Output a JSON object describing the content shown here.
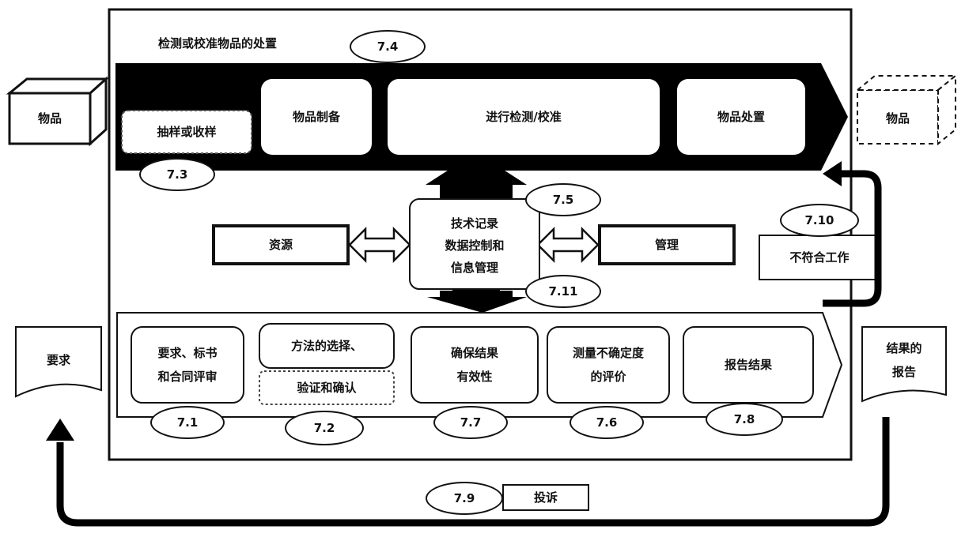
{
  "title": "检测或校准物品的处置",
  "item_in": "物品",
  "item_out": "物品",
  "top_flow": {
    "sampling": "抽样或收样",
    "preparation": "物品制备",
    "testing": "进行检测/校准",
    "disposal": "物品处置"
  },
  "middle": {
    "resources": "资源",
    "records": "技术记录\n数据控制和\n信息管理",
    "management": "管理",
    "nonconforming": "不符合工作"
  },
  "bottom_flow": {
    "review": "要求、标书\n和合同评审",
    "method_top": "方法的选择、",
    "method_bottom": "验证和确认",
    "validity": "确保结果\n有效性",
    "uncertainty": "测量不确定度\n的评价",
    "report": "报告结果"
  },
  "requirements": "要求",
  "result_report": "结果的\n报告",
  "complaint": "投诉",
  "clauses": {
    "c7_1": "7.1",
    "c7_2": "7.2",
    "c7_3": "7.3",
    "c7_4": "7.4",
    "c7_5": "7.5",
    "c7_6": "7.6",
    "c7_7": "7.7",
    "c7_8": "7.8",
    "c7_9": "7.9",
    "c7_10": "7.10",
    "c7_11": "7.11"
  }
}
